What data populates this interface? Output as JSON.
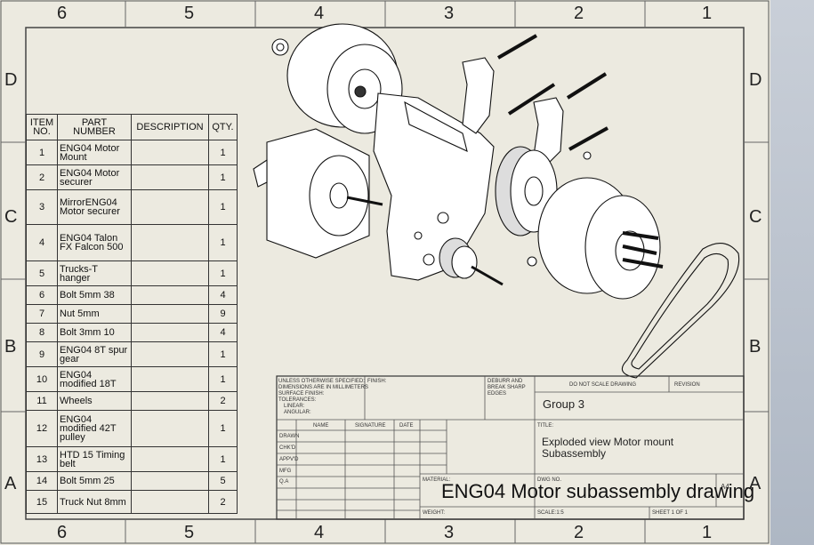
{
  "zones": {
    "columns": [
      "6",
      "5",
      "4",
      "3",
      "2",
      "1"
    ],
    "rows": [
      "D",
      "C",
      "B",
      "A"
    ]
  },
  "bom": {
    "headers": [
      "ITEM NO.",
      "PART NUMBER",
      "DESCRIPTION",
      "QTY."
    ],
    "rows": [
      {
        "item": "1",
        "part": "ENG04 Motor Mount",
        "qty": "1"
      },
      {
        "item": "2",
        "part": "ENG04 Motor securer",
        "qty": "1"
      },
      {
        "item": "3",
        "part": "MirrorENG04 Motor securer",
        "qty": "1"
      },
      {
        "item": "4",
        "part": "ENG04 Talon FX Falcon 500",
        "qty": "1"
      },
      {
        "item": "5",
        "part": "Trucks-T hanger",
        "qty": "1"
      },
      {
        "item": "6",
        "part": "Bolt 5mm 38",
        "qty": "4"
      },
      {
        "item": "7",
        "part": "Nut 5mm",
        "qty": "9"
      },
      {
        "item": "8",
        "part": "Bolt 3mm 10",
        "qty": "4"
      },
      {
        "item": "9",
        "part": "ENG04 8T spur gear",
        "qty": "1"
      },
      {
        "item": "10",
        "part": "ENG04 modified 18T",
        "qty": "1"
      },
      {
        "item": "11",
        "part": "Wheels",
        "qty": "2"
      },
      {
        "item": "12",
        "part": "ENG04 modified 42T pulley",
        "qty": "1"
      },
      {
        "item": "13",
        "part": "HTD 15 Timing belt",
        "qty": "1"
      },
      {
        "item": "14",
        "part": "Bolt 5mm 25",
        "qty": "5"
      },
      {
        "item": "15",
        "part": "Truck Nut 8mm",
        "qty": "2"
      }
    ]
  },
  "title_block": {
    "tolerance_note": [
      "UNLESS OTHERWISE SPECIFIED:",
      "DIMENSIONS ARE IN MILLIMETERS",
      "SURFACE FINISH:",
      "TOLERANCES:",
      "LINEAR:",
      "ANGULAR:"
    ],
    "finish_label": "FINISH:",
    "deburr_note": [
      "DEBURR AND",
      "BREAK SHARP",
      "EDGES"
    ],
    "do_not_scale": "DO NOT SCALE DRAWING",
    "revision_label": "REVISION",
    "group": "Group 3",
    "title_label": "TITLE:",
    "title": "Exploded view Motor mount Subassembly",
    "col_headers": [
      "NAME",
      "SIGNATURE",
      "DATE"
    ],
    "row_labels": [
      "DRAWN",
      "CHK'D",
      "APPV'D",
      "MFG",
      "Q.A"
    ],
    "material_label": "MATERIAL:",
    "weight_label": "WEIGHT:",
    "dwg_no_label": "DWG NO.",
    "size": "A4",
    "scale_label": "SCALE:1:5",
    "sheet_label": "SHEET 1 OF 1",
    "drawing_name": "ENG04 Motor subassembly drawing"
  },
  "colors": {
    "paper": "#eceae0",
    "ink": "#111111",
    "frame": "#555555"
  }
}
